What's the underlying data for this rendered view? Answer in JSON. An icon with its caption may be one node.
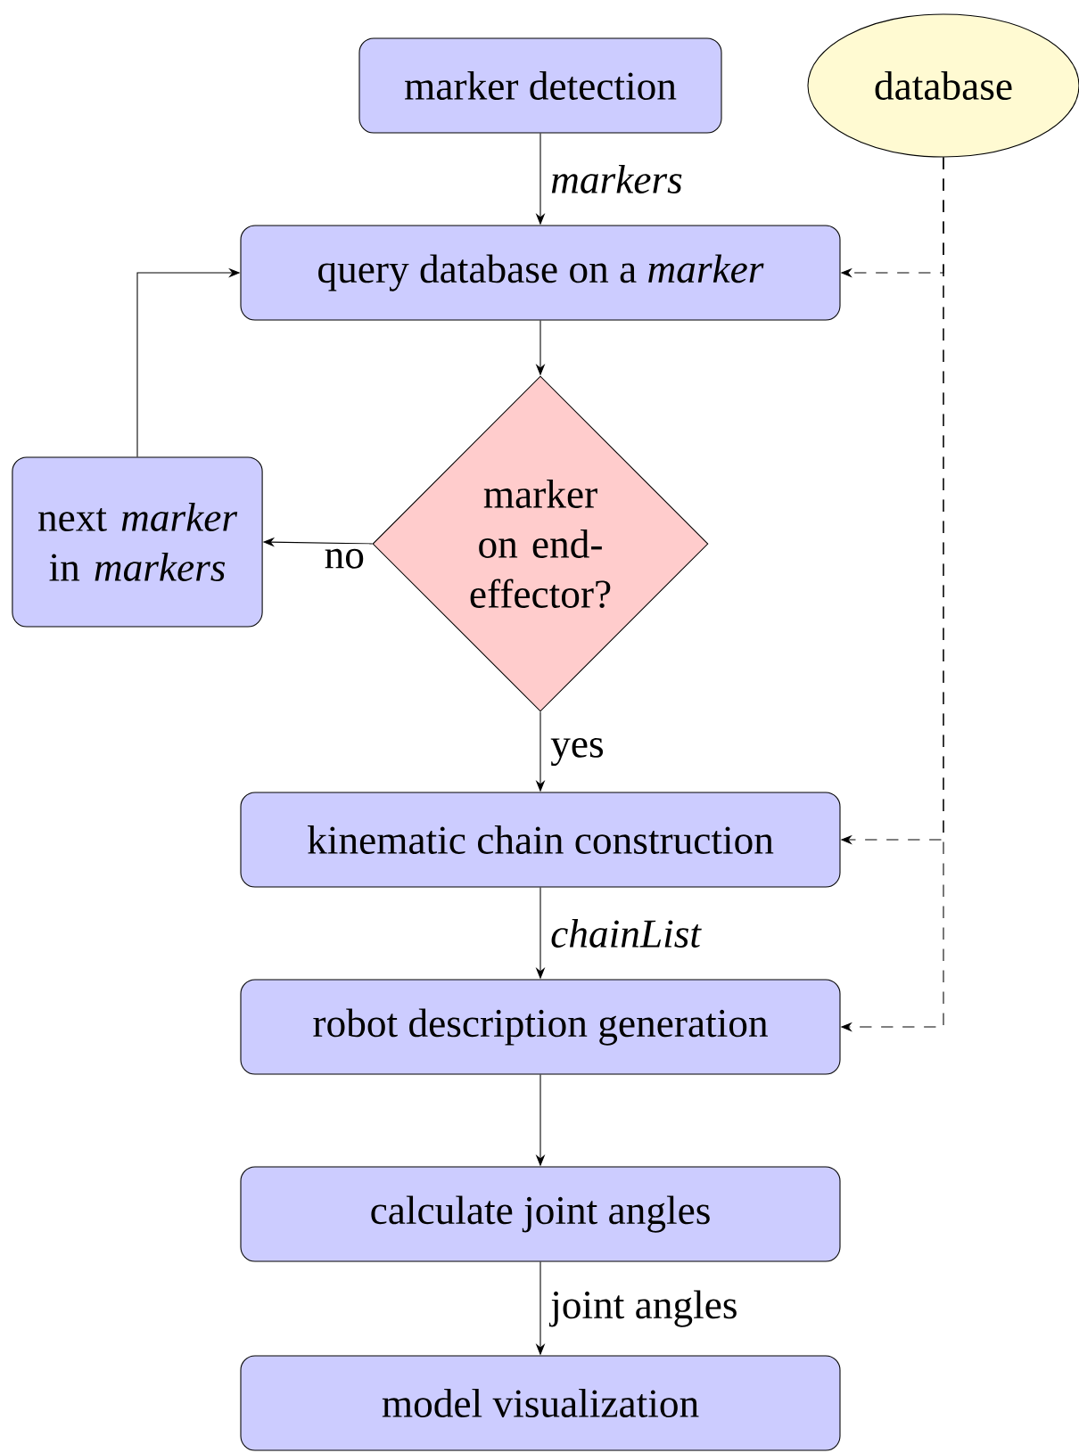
{
  "diagram": {
    "nodes": [
      {
        "text": [
          "marker detection"
        ]
      },
      {
        "text": [
          "database"
        ]
      },
      {
        "text": [
          "query database on a *marker*"
        ]
      },
      {
        "text": [
          "marker on end-effector?"
        ]
      },
      {
        "text": [
          "next *marker* in *markers*"
        ]
      },
      {
        "text": [
          "kinematic chain construction"
        ]
      },
      {
        "text": [
          "robot description generation"
        ]
      },
      {
        "text": [
          "calculate joint angles"
        ]
      },
      {
        "text": [
          "model visualization"
        ]
      }
    ],
    "edges": [
      {
        "from": 0,
        "to": 2,
        "arrow": "to",
        "label": "*markers*"
      },
      {
        "from": 2,
        "to": 3,
        "arrow": "to"
      },
      {
        "from": 3,
        "to": 4,
        "arrow": "to",
        "label": "no"
      },
      {
        "from": 4,
        "to": 2,
        "arrow": "to"
      },
      {
        "from": 3,
        "to": 5,
        "arrow": "to",
        "label": "yes"
      },
      {
        "from": 5,
        "to": 6,
        "arrow": "to",
        "label": "*chainList*"
      },
      {
        "from": 6,
        "to": 7,
        "arrow": "to"
      },
      {
        "from": 7,
        "to": 8,
        "arrow": "to",
        "label": "joint angles"
      },
      {
        "from": 1,
        "to": 2,
        "arrow": "to",
        "style": "dashed"
      },
      {
        "from": 1,
        "to": 5,
        "arrow": "to",
        "style": "dashed"
      },
      {
        "from": 1,
        "to": 6,
        "arrow": "to",
        "style": "dashed"
      }
    ]
  }
}
